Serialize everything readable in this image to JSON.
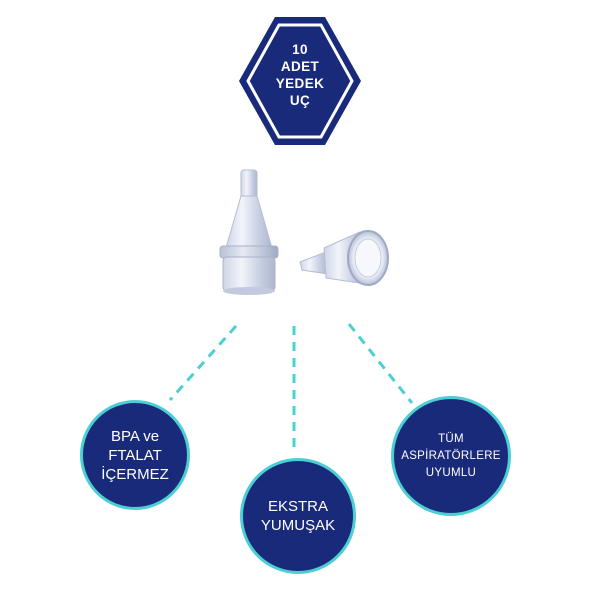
{
  "badge": {
    "lines": [
      "10",
      "ADET",
      "YEDEK",
      "UÇ"
    ],
    "color": "#1a2a7a",
    "border_color": "#ffffff"
  },
  "product": {
    "icon": "nasal-aspirator-tips-image"
  },
  "features": {
    "left": [
      "BPA ve",
      "FTALAT",
      "İÇERMEZ"
    ],
    "center": [
      "EKSTRA",
      "YUMUŞAK"
    ],
    "right": [
      "TÜM",
      "ASPİRATÖRLERE",
      "UYUMLU"
    ]
  },
  "colors": {
    "circle_fill": "#1a2a7a",
    "circle_border": "#4ccfd4",
    "connector": "#4ccfd4"
  }
}
